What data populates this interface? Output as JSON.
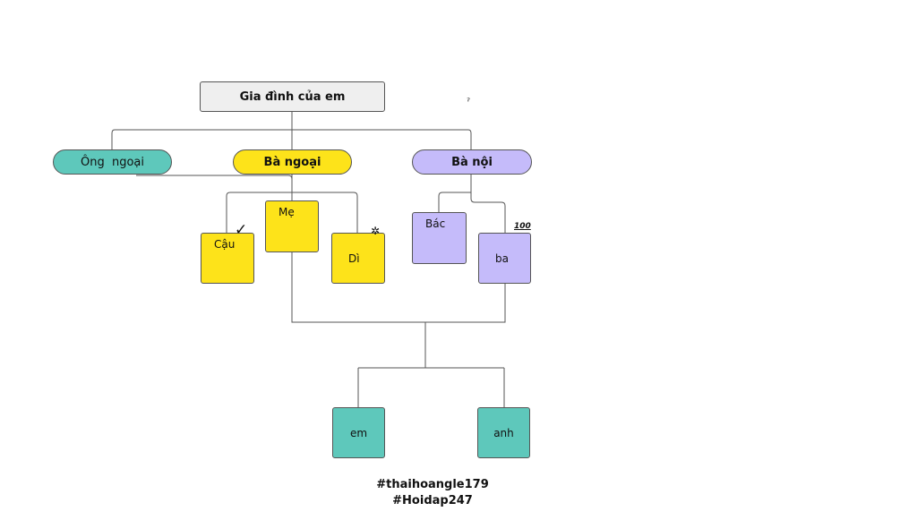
{
  "title": "Gia đình của em",
  "grandparents": {
    "ong_ngoai": "Ông  ngoại",
    "ba_ngoai": "Bà ngoại",
    "ba_noi": "Bà nội"
  },
  "relatives": {
    "cau": "Cậu",
    "me": "Mẹ",
    "di": "Dì",
    "bac": "Bác",
    "ba": "ba"
  },
  "children": {
    "em": "em",
    "anh": "anh"
  },
  "stray_mark": "ˀ",
  "stickers": {
    "check": "✓",
    "star": "✲",
    "hundred": "100"
  },
  "hashtags": [
    "#thaihoangle179",
    "#Hoidap247"
  ],
  "colors": {
    "teal": "#5ec8bb",
    "yellow": "#fde31a",
    "lavender": "#c5bbfa",
    "title_bg": "#efefef"
  }
}
